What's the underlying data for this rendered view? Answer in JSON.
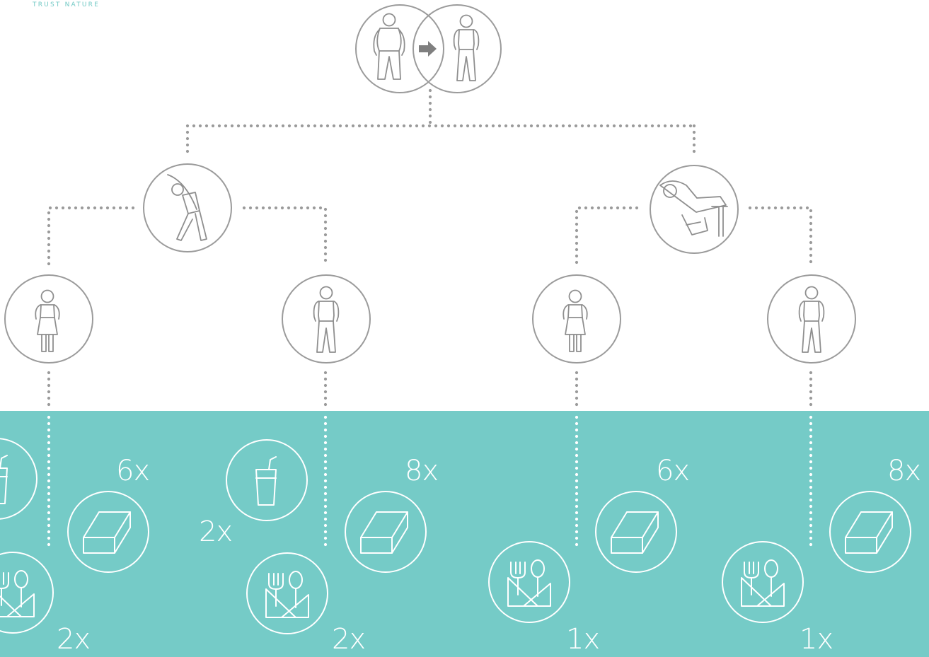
{
  "brand": {
    "name": "TRUST NATURE"
  },
  "colors": {
    "teal": "#75cbc7",
    "gray": "#9b9b9b",
    "white": "#ffffff"
  },
  "top": {
    "icons": [
      "person-overweight-icon",
      "arrow-right-icon",
      "person-slim-icon"
    ]
  },
  "activities": [
    {
      "name": "stretching",
      "icon": "stretching-person-icon"
    },
    {
      "name": "sitting",
      "icon": "person-on-chair-icon"
    }
  ],
  "people": [
    {
      "icon": "woman-icon"
    },
    {
      "icon": "man-icon"
    },
    {
      "icon": "woman-icon"
    },
    {
      "icon": "man-icon"
    }
  ],
  "quantities": {
    "group1_bar": "6x",
    "group1_meal": "2x",
    "group2_drink": "2x",
    "group2_bar": "8x",
    "group2_meal": "2x",
    "group3_bar": "6x",
    "group3_meal": "1x",
    "group4_bar": "8x",
    "group4_meal": "1x"
  },
  "food_icons": [
    "drink-cup-icon",
    "snack-bar-icon",
    "meal-cutlery-icon"
  ]
}
